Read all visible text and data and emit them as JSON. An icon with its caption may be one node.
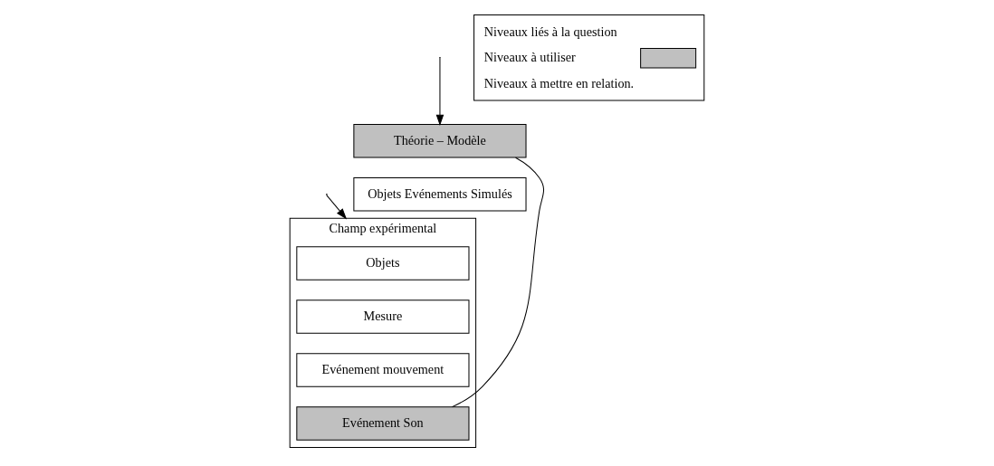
{
  "diagram": {
    "nodes": [
      {
        "text": [
          "Théorie – Modèle"
        ]
      },
      {
        "text": [
          "Objets Evénements Simulés"
        ]
      },
      {
        "text": [
          "Champ expérimental"
        ]
      },
      {
        "text": [
          "Objets"
        ],
        "in": 2
      },
      {
        "text": [
          "Mesure"
        ],
        "in": 2
      },
      {
        "text": [
          "Evénement mouvement"
        ],
        "in": 2
      },
      {
        "text": [
          "Evénement Son"
        ],
        "in": 2
      }
    ],
    "edges": [
      {
        "from": null,
        "to": 0,
        "arrow": "to"
      },
      {
        "from": null,
        "to": 2,
        "arrow": "to"
      },
      {
        "from": 0,
        "to": 6,
        "arrow": "none"
      }
    ],
    "legend": [
      {
        "text": "Niveaux liés à la question"
      },
      {
        "text": "Niveaux à utiliser",
        "color": "#c0c0c0"
      },
      {
        "text": "Niveaux à mettre en relation."
      }
    ]
  }
}
